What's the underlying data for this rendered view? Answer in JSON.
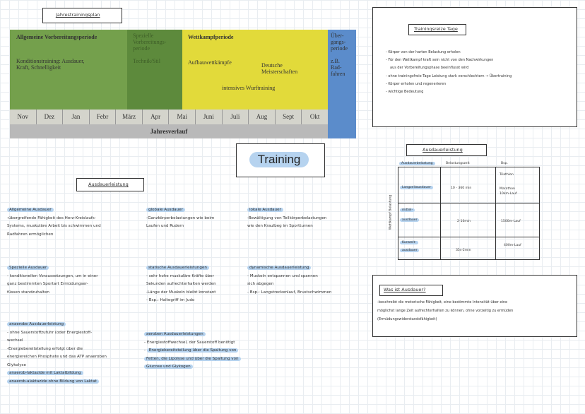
{
  "plan_title": "Jahrestrainingsplan",
  "plan": {
    "periods": {
      "allgemein": {
        "title": "Allgemeine Vorbereitungsperiode",
        "body": "Konditionstraining: Ausdauer, Kraft, Schnelligkeit"
      },
      "speziell": {
        "title": "Spezielle Vorbereitungs-periode",
        "body": "Technik/Stil"
      },
      "wettkampf": {
        "title": "Wettkampfperiode",
        "a": "Aufbauwettkämpfe",
        "b": "Deutsche Meisterschaften",
        "c": "intensives Wurftraining"
      },
      "uebergang": {
        "title": "Über-gangs-periode",
        "body": "z.B. Rad-fahren"
      }
    },
    "months": [
      "Nov",
      "Dez",
      "Jan",
      "Febr",
      "März",
      "Apr",
      "Mai",
      "Juni",
      "Juli",
      "Aug",
      "Sept",
      "Okt"
    ],
    "axis_label": "Jahresverlauf"
  },
  "training_title": "Training",
  "ausdauer_heading": "Ausdauerleistung",
  "allgemein": {
    "title": "Allgemeine Ausdauer",
    "lines": [
      "-übergreifende Fähigkeit des Herz-Kreislaufs-",
      "Systems, muskuläre Arbeit bis schwimmen und",
      "Radfahren ermöglichen"
    ]
  },
  "global": {
    "title": "globale Ausdauer",
    "lines": [
      "-Ganzkörperbelastungen wie beim",
      "Laufen und Rudern"
    ]
  },
  "lokal": {
    "title": "lokale Ausdauer",
    "lines": [
      "-Bewältigung von Teilkörperbelastungen",
      "wie den Kraulbeg im Sportturnen"
    ]
  },
  "spezielle": {
    "title": "Spezielle Ausdauer",
    "lines": [
      "- konditionellen Voraussetzungen, um in einer",
      "ganz bestimmten Sportart Ermüdungser-",
      "füssen standzuhalten"
    ]
  },
  "statisch": {
    "title": "statische Ausdauerleistungen",
    "lines": [
      "- sehr hohe muskuläre Kräfte über",
      "Sekunden aufrechterhalten werden",
      "-Länge der Muskeln bleibt konstant",
      "- Bsp.: Haltegriff im Judo"
    ]
  },
  "dynamisch": {
    "title": "dynamische Ausdauerleistung",
    "lines": [
      "- Muskeln entspannen und spannen",
      "sich abgegen",
      "- Bsp.: Langstreckenlauf, Brustschwimmen"
    ]
  },
  "anaerob": {
    "title": "anaerobe Ausdauerleistung",
    "lines": [
      "- ohne Sauerstoffzufuhr (oder Energiestoff-",
      "wechsel",
      "-Energiebereitstellung erfolgt über die",
      "energiereichen Phosphate und das ATP anaeroben",
      "Glykolyse"
    ],
    "hl1": "anaerob-laktazide mit Laktatbildung",
    "hl2": "anaerob-alaktazide ohne Bildung von Laktat"
  },
  "aerob": {
    "title": "aeroben Ausdauerleistungen",
    "l1": "- Energiestoffwechsel, der Sauerstoff benötigt",
    "l2a": "- ",
    "l2b": "Energiebereitstellung über die Spaltung von",
    "l3": "Fetten, die Lipolyse und über die Spaltung von",
    "l4": "Glucose und Glykogen"
  },
  "trainingsreize": {
    "title": "Trainingsreize Tage",
    "lines": [
      "- Körper von der harten Belastung erholen",
      "- Für den Wettkampf kraft sein nicht von den Nachwirkungen",
      "aus der Vorbereitungsphase beeinflusst wird",
      "- ohne trainingsfreie Tage Leistung stark verschlechtern → Übertraining",
      "- Körper erholen und regenerieren",
      "- wichtige Bedeutung"
    ]
  },
  "ausdauerleistung_table": {
    "title": "Ausdauerleistung",
    "headers": [
      "Ausdauerbelastung",
      "Belastungszeit",
      "Bsp."
    ],
    "side_label": "Wettkampf Belastung",
    "rows": [
      {
        "label1": "Langzeitausdauer",
        "label2": "",
        "time": "10 - 360 min",
        "ex": [
          "Triathlon",
          "Marathon",
          "10km-Lauf"
        ]
      },
      {
        "label1": "mittel-",
        "label2": "ausdauer",
        "time": "2-10min",
        "ex": [
          "1500m-Lauf"
        ]
      },
      {
        "label1": "Kurzzeit-",
        "label2": "ausdauer",
        "time": "35s-2min",
        "ex": [
          "400m-Lauf"
        ]
      }
    ]
  },
  "was_ist": {
    "title": "Was ist Ausdauer?",
    "lines": [
      "-beschreibt die motorische Fähigkeit, eine bestimmte Intensität über eine",
      "möglichst lange Zeit aufrechterhalten zu können, ohne vorzeitig zu ermüden",
      "(Ermüdungswiderstandsfähigkeit)"
    ]
  },
  "colors": {
    "green_dark": "#6f9a4a",
    "green_mid": "#5f8a3e",
    "yellow": "#e4dd3a",
    "blue": "#5e8fcc",
    "highlight": "#b6d3ef"
  }
}
